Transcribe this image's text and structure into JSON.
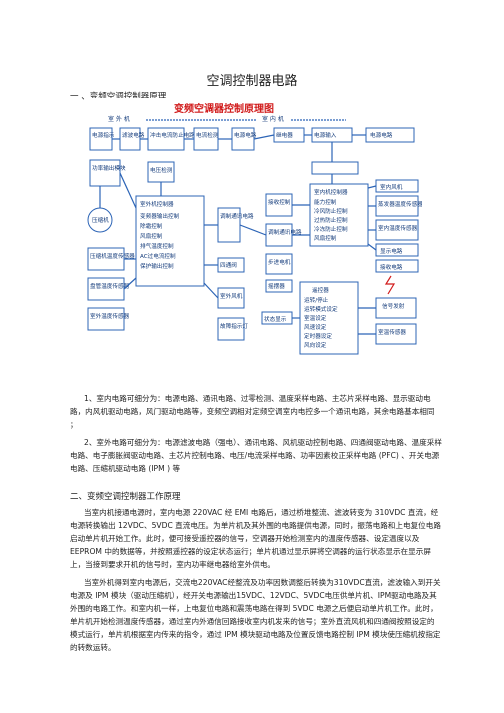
{
  "title": "空调控制器电路",
  "sections": [
    {
      "heading": "一 、变频空调控制器原理"
    },
    {
      "heading": "二、变频空调控制器工作原理"
    }
  ],
  "diagram": {
    "title": "变频空调器控制原理图",
    "outdoor_label": "室 外 机",
    "indoor_label": "室 内 机",
    "blocks": {
      "power_indicator": "电源指示",
      "filter": "滤波电路",
      "surge": "冲击电流防止电路",
      "current_detect": "电流检测",
      "relay": "继电器",
      "power_input": "电源输入",
      "power_circuit": "电源电路",
      "indoor_power": "电源电路",
      "power_module": "功率输出模块",
      "compressor": "压缩机",
      "current_detect2": "电压检测",
      "outdoor_controller": "室外机控制器",
      "outdoor_items": [
        "变频器输出控制",
        "除霜控制",
        "风扇控制",
        "排气温度控制",
        "AC过电流控制",
        "保护输出控制"
      ],
      "comm": "调制通讯电路",
      "four_way": "四通阀",
      "outdoor_fan": "室外风机",
      "fault_led": "故障指示灯",
      "comp_sensor": "压缩机温度传感器",
      "defrost_sensor": "盘管温度传感器",
      "outdoor_temp": "室外温度传感器",
      "indoor_controller": "室内机控制器",
      "indoor_items": [
        "能力控制",
        "冷风防止控制",
        "过热防止控制",
        "冷冻防止控制",
        "风扇控制"
      ],
      "reception": "接收控制",
      "indoor_comm": "调制通讯电路",
      "stepper": "步进电机",
      "swing": "摇摆器",
      "indoor_fan": "室内风机",
      "coil_sensor": "蒸发器温度传感器",
      "room_sensor": "室内温度传感器",
      "display": "显示电路",
      "receiver": "接收电路",
      "remote": "遥控器",
      "remote_items": [
        "运转/停止",
        "运转模式设定",
        "室温设定",
        "风速设定",
        "定时器设定",
        "风向设定"
      ],
      "status": "状态显示",
      "signal": "信号发射",
      "room_sensor2": "室温传感器"
    }
  },
  "para1": "1、室内电路可细分为：电源电路、通讯电路、过零检测、温度采样电路、主芯片采样电路、显示驱动电路，内风机驱动电路，风门驱动电路等，变频空调相对定频空调室内电控多一个通讯电路，其余电路基本相同 ；",
  "para2": "2、室外电路可细分为：电源滤波电路（强电）、通讯电路、风机驱动控制电路、四通阀驱动电路、温度采样电路、电子膨胀阀驱动电路、主芯片控制电路、电压/电流采样电路、功率因素校正采样电路 (PFC) 、开关电源电路、压缩机驱动电路 (IPM ) 等",
  "para3": "当室内机接通电源时，室内电源 220VAC 经 EMI 电路后，通过桥堆整流、滤波转变为 310VDC 直流，经电源转换输出 12VDC、5VDC 直流电压。为单片机及其外围的电路提供电源，同时，振荡电路和上电复位电路启动单片机开始工作。此时，便可接受遥控器的信号，空调器开始检测室内的温度传感器、设定温度以及 EEPROM 中的数据等，并按照遥控器的设定状态运行；单片机通过显示屏将空调器的运行状态显示在显示屏上，当接到要求开机的信号时，室内功率继电器给室外供电。",
  "para4": "当室外机得到室内电源后，交流电220VAC经整流及功率因数调整后转换为310VDC直流，滤波输入到开关电源及 IPM 模块（驱动压缩机），经开关电源输出15VDC、12VDC、5VDC电压供单片机、IPM驱动电路及其外围的电路工作。和室内机一样，上电复位电路和震荡电路在得到 5VDC 电源之后便启动单片机工作。此时，单片机开始检测温度传感器，通过室内外通信回路接收室内机发来的信号；室外直流风机和四通阀按照设定的模式运行，单片机根据室内传来的指令，通过 IPM 模块驱动电路及位置反馈电路控制 IPM 模块使压缩机按指定的转数运转。"
}
